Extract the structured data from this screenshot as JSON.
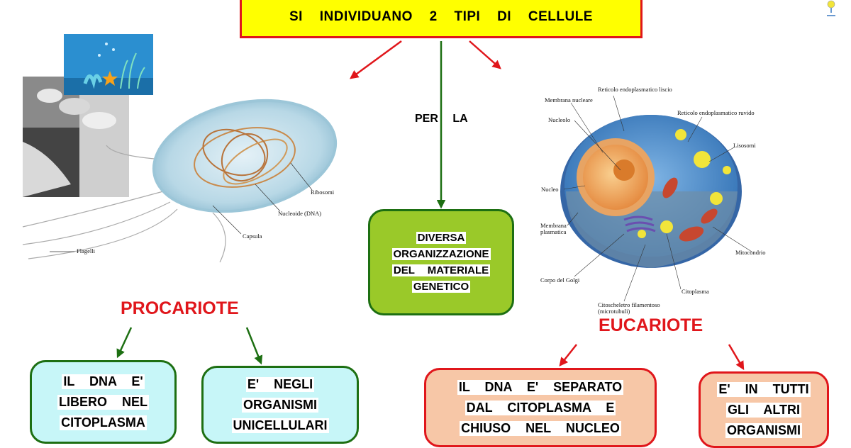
{
  "title": "SI INDIVIDUANO 2 TIPI DI CELLULE",
  "connector_label": "PER LA",
  "center_box": [
    "DIVERSA",
    "ORGANIZZAZIONE",
    "DEL MATERIALE",
    "GENETICO"
  ],
  "procariote": {
    "label": "PROCARIOTE",
    "box1": [
      "IL DNA E'",
      "LIBERO NEL",
      "CITOPLASMA"
    ],
    "box2": [
      "E' NEGLI",
      "ORGANISMI",
      "UNICELLULARI"
    ],
    "image_labels": {
      "ribosomi": "Ribosomi",
      "nucleoide": "Nucleoide (DNA)",
      "capsula": "Capsula",
      "flagelli": "Flagelli"
    }
  },
  "eucariote": {
    "label": "EUCARIOTE",
    "box1": [
      "IL DNA E' SEPARATO",
      "DAL CITOPLASMA E",
      "CHIUSO NEL NUCLEO"
    ],
    "box2": [
      "E' IN TUTTI",
      "GLI ALTRI",
      "ORGANISMI"
    ],
    "image_labels": {
      "reticolo_liscio": "Reticolo endoplasmatico liscio",
      "membrana_nucleare": "Membrana nucleare",
      "reticolo_ruvido": "Reticolo endoplasmatico ruvido",
      "nucleolo": "Nucleolo",
      "lisosomi": "Lisosomi",
      "nucleo": "Nucleo",
      "membrana_plasmatica_1": "Membrana",
      "membrana_plasmatica_2": "plasmatica",
      "mitocondrio": "Mitocondrio",
      "golgi": "Corpo del Golgi",
      "citoplasma": "Citoplasma",
      "citoscheletro_1": "Citoscheletro filamentoso",
      "citoscheletro_2": "(microtubuli)"
    }
  },
  "colors": {
    "title_bg": "#ffff00",
    "red": "#e0161b",
    "green_border": "#1d6f12",
    "green_box": "#9ac929",
    "cyan_box": "#c7f6f8",
    "peach_box": "#f7c7a7"
  }
}
